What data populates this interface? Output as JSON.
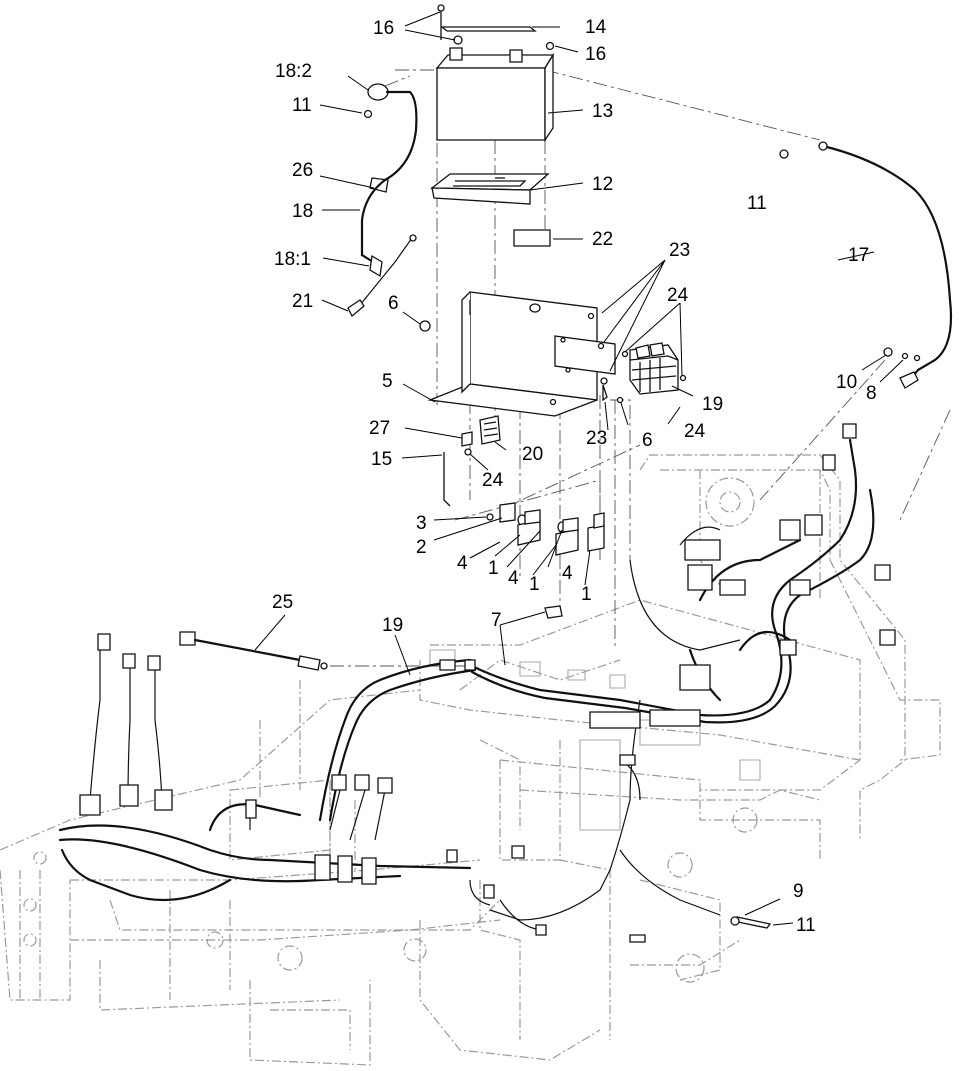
{
  "diagram": {
    "callouts": [
      {
        "id": "c-16a",
        "text": "16"
      },
      {
        "id": "c-14",
        "text": "14"
      },
      {
        "id": "c-16b",
        "text": "16"
      },
      {
        "id": "c-18-2",
        "text": "18:2"
      },
      {
        "id": "c-11a",
        "text": "11"
      },
      {
        "id": "c-13",
        "text": "13"
      },
      {
        "id": "c-26",
        "text": "26"
      },
      {
        "id": "c-12",
        "text": "12"
      },
      {
        "id": "c-11b",
        "text": "11"
      },
      {
        "id": "c-18",
        "text": "18"
      },
      {
        "id": "c-22",
        "text": "22"
      },
      {
        "id": "c-23a",
        "text": "23"
      },
      {
        "id": "c-17",
        "text": "17"
      },
      {
        "id": "c-18-1",
        "text": "18:1"
      },
      {
        "id": "c-24a",
        "text": "24"
      },
      {
        "id": "c-21",
        "text": "21"
      },
      {
        "id": "c-6a",
        "text": "6"
      },
      {
        "id": "c-10",
        "text": "10"
      },
      {
        "id": "c-8",
        "text": "8"
      },
      {
        "id": "c-5",
        "text": "5"
      },
      {
        "id": "c-19a",
        "text": "19"
      },
      {
        "id": "c-27",
        "text": "27"
      },
      {
        "id": "c-23b",
        "text": "23"
      },
      {
        "id": "c-6b",
        "text": "6"
      },
      {
        "id": "c-24b",
        "text": "24"
      },
      {
        "id": "c-15",
        "text": "15"
      },
      {
        "id": "c-20",
        "text": "20"
      },
      {
        "id": "c-24c",
        "text": "24"
      },
      {
        "id": "c-3",
        "text": "3"
      },
      {
        "id": "c-2",
        "text": "2"
      },
      {
        "id": "c-4a",
        "text": "4"
      },
      {
        "id": "c-1a",
        "text": "1"
      },
      {
        "id": "c-4b",
        "text": "4"
      },
      {
        "id": "c-1b",
        "text": "1"
      },
      {
        "id": "c-4c",
        "text": "4"
      },
      {
        "id": "c-1c",
        "text": "1"
      },
      {
        "id": "c-25",
        "text": "25"
      },
      {
        "id": "c-19b",
        "text": "19"
      },
      {
        "id": "c-7",
        "text": "7"
      },
      {
        "id": "c-9",
        "text": "9"
      },
      {
        "id": "c-11c",
        "text": "11"
      }
    ]
  }
}
